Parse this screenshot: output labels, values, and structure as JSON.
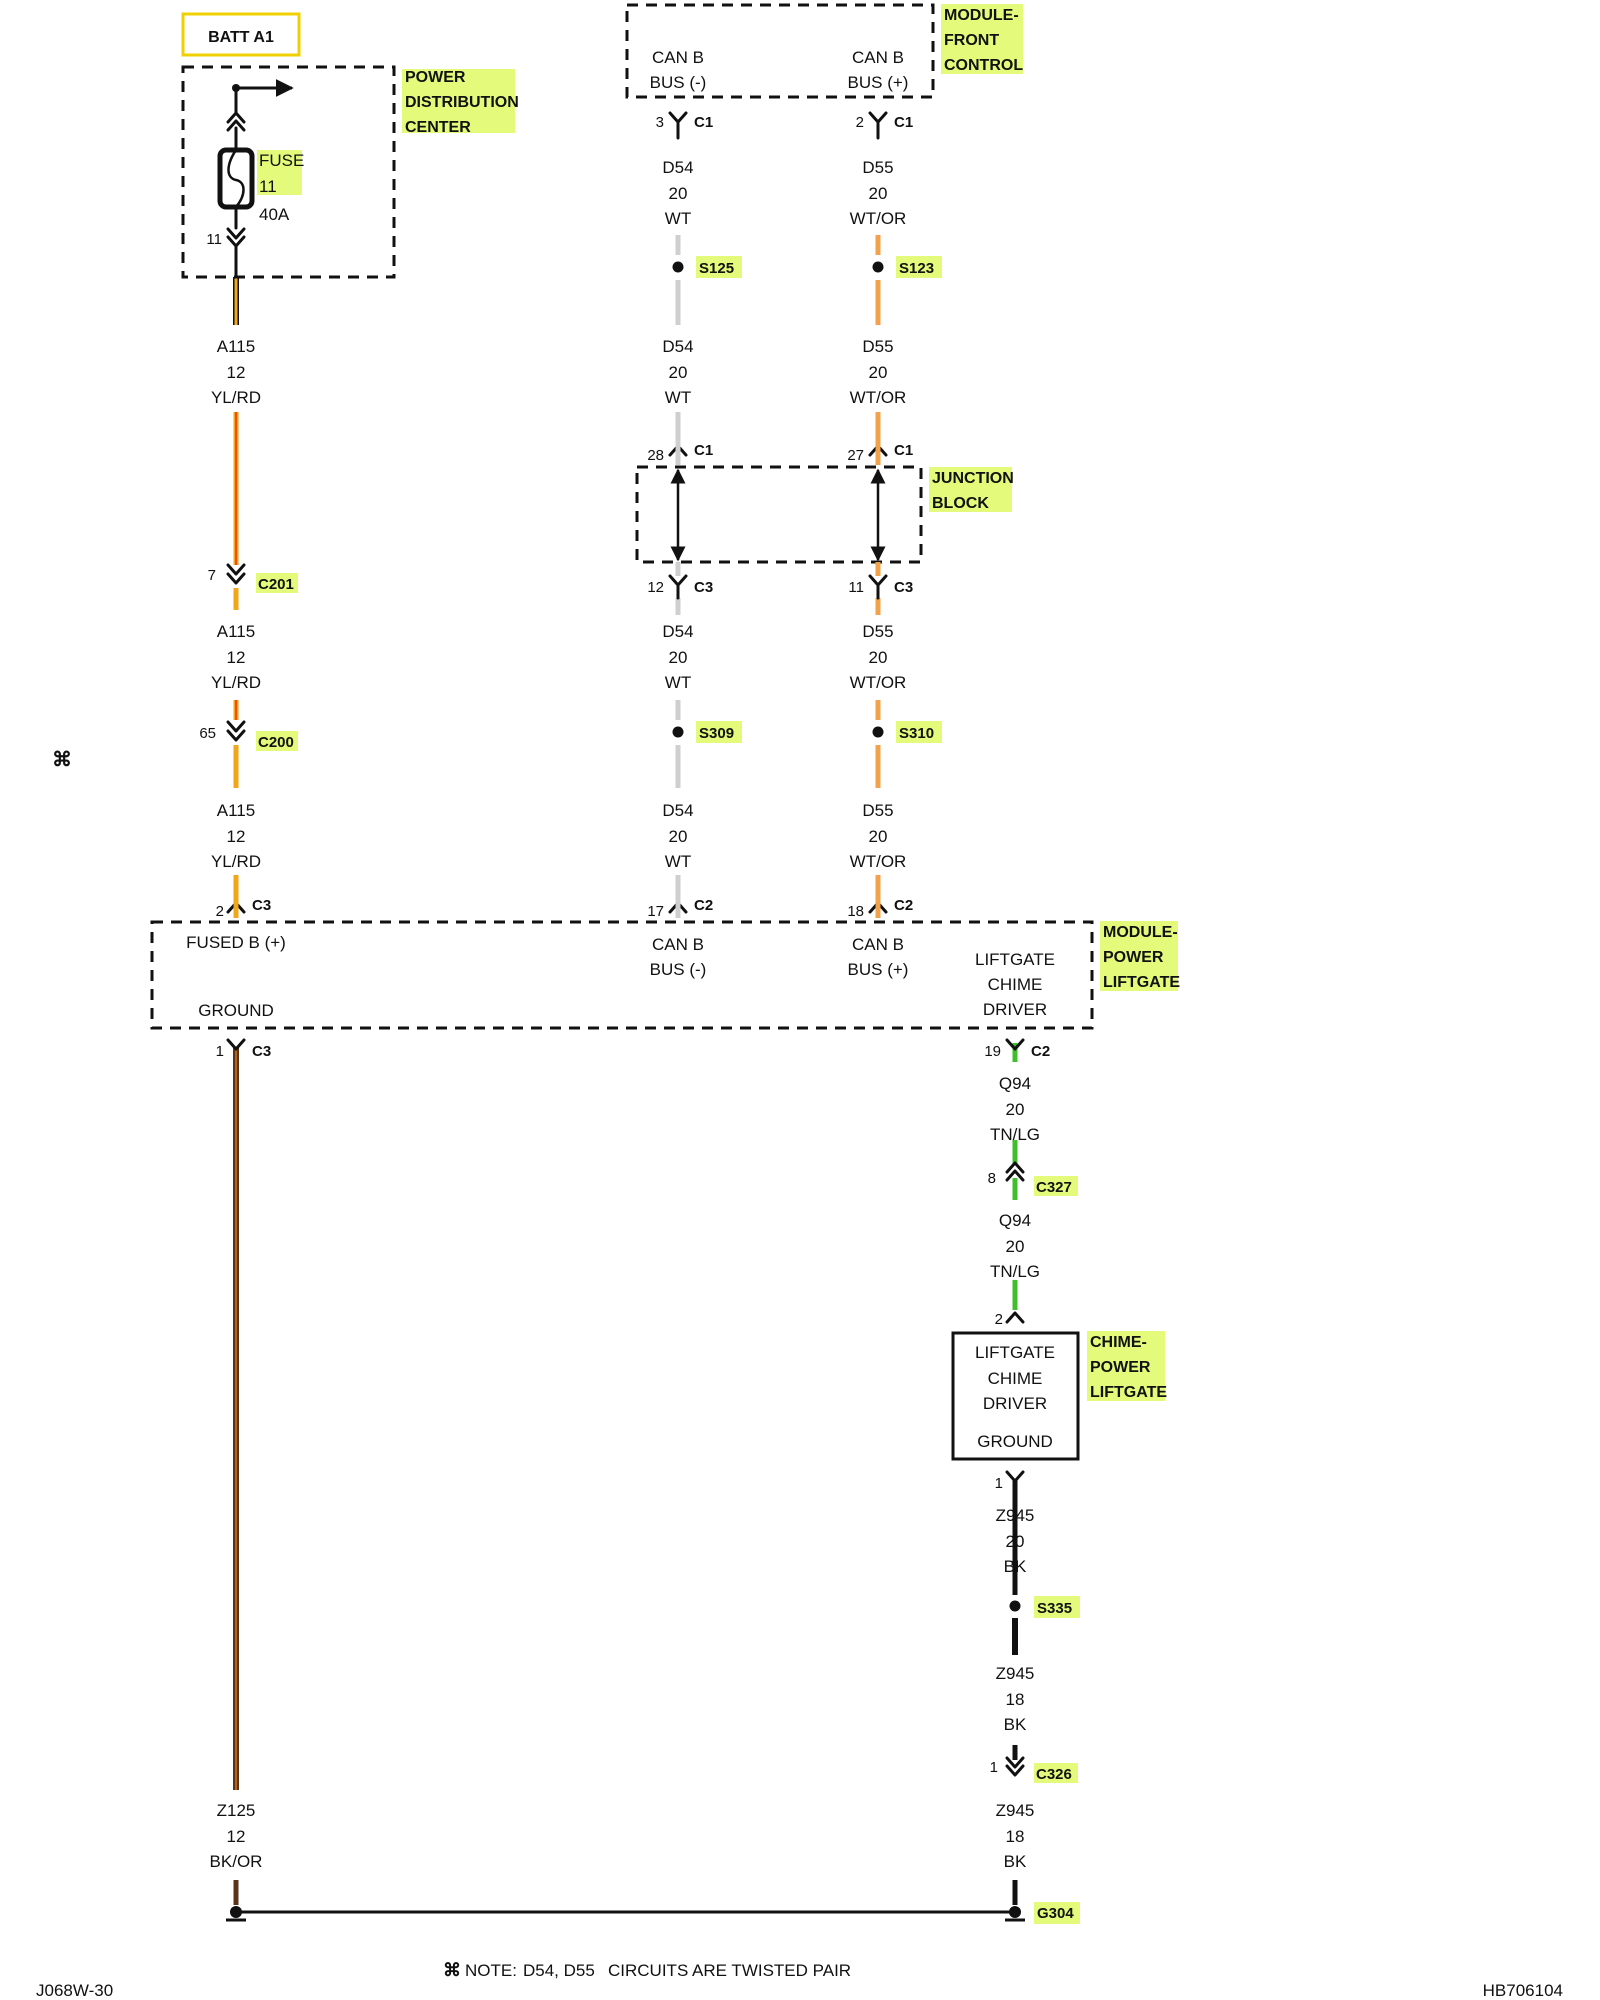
{
  "colors": {
    "highlight": "#e4fa7a",
    "yl_rd": "#f2a61a",
    "wt": "#cfcfcf",
    "wt_or": "#f2a24a",
    "bk_or": "#5a3418",
    "tn_lg": "#3fbf2a",
    "bk": "#111111",
    "batt_border": "#f0d000"
  },
  "batt": "BATT A1",
  "components": {
    "pdc": [
      "POWER",
      "DISTRIBUTION",
      "CENTER"
    ],
    "fcm": [
      "MODULE-",
      "FRONT",
      "CONTROL"
    ],
    "jb": [
      "JUNCTION",
      "BLOCK"
    ],
    "plm": [
      "MODULE-",
      "POWER",
      "LIFTGATE"
    ],
    "chime": [
      "CHIME-",
      "POWER",
      "LIFTGATE"
    ]
  },
  "fuse": {
    "name": [
      "FUSE",
      "11"
    ],
    "rating": "40A",
    "pin": "11"
  },
  "fcm_pins": {
    "can_minus": [
      "CAN B",
      "BUS (-)"
    ],
    "can_plus": [
      "CAN B",
      "BUS (+)"
    ]
  },
  "plm_pins": {
    "fused_b": "FUSED B (+)",
    "ground": "GROUND",
    "can_minus": [
      "CAN B",
      "BUS (-)"
    ],
    "can_plus": [
      "CAN B",
      "BUS (+)"
    ],
    "chime_driver": [
      "LIFTGATE",
      "CHIME",
      "DRIVER"
    ]
  },
  "chime_pins": {
    "driver": [
      "LIFTGATE",
      "CHIME",
      "DRIVER"
    ],
    "ground": "GROUND"
  },
  "connectors": {
    "fcm_c1_3": {
      "num": "3",
      "name": "C1"
    },
    "fcm_c1_2": {
      "num": "2",
      "name": "C1"
    },
    "jb_c1_28": {
      "num": "28",
      "name": "C1"
    },
    "jb_c1_27": {
      "num": "27",
      "name": "C1"
    },
    "jb_c3_12": {
      "num": "12",
      "name": "C3"
    },
    "jb_c3_11": {
      "num": "11",
      "name": "C3"
    },
    "c201": {
      "num": "7",
      "name": "C201"
    },
    "c200": {
      "num": "65",
      "name": "C200"
    },
    "plm_c3_2": {
      "num": "2",
      "name": "C3"
    },
    "plm_c2_17": {
      "num": "17",
      "name": "C2"
    },
    "plm_c2_18": {
      "num": "18",
      "name": "C2"
    },
    "plm_c3_1": {
      "num": "1",
      "name": "C3"
    },
    "plm_c2_19": {
      "num": "19",
      "name": "C2"
    },
    "c327": {
      "num": "8",
      "name": "C327"
    },
    "chime_2": {
      "num": "2"
    },
    "chime_1": {
      "num": "1"
    },
    "c326": {
      "num": "1",
      "name": "C326"
    }
  },
  "splices": {
    "s125": "S125",
    "s123": "S123",
    "s309": "S309",
    "s310": "S310",
    "s335": "S335"
  },
  "ground_point": "G304",
  "wires": {
    "d54_a": [
      "D54",
      "20",
      "WT"
    ],
    "d55_a": [
      "D55",
      "20",
      "WT/OR"
    ],
    "d54_b": [
      "D54",
      "20",
      "WT"
    ],
    "d55_b": [
      "D55",
      "20",
      "WT/OR"
    ],
    "a115_a": [
      "A115",
      "12",
      "YL/RD"
    ],
    "d54_c": [
      "D54",
      "20",
      "WT"
    ],
    "d55_c": [
      "D55",
      "20",
      "WT/OR"
    ],
    "a115_b": [
      "A115",
      "12",
      "YL/RD"
    ],
    "d54_d": [
      "D54",
      "20",
      "WT"
    ],
    "d55_d": [
      "D55",
      "20",
      "WT/OR"
    ],
    "a115_c": [
      "A115",
      "12",
      "YL/RD"
    ],
    "q94_a": [
      "Q94",
      "20",
      "TN/LG"
    ],
    "q94_b": [
      "Q94",
      "20",
      "TN/LG"
    ],
    "z945_a": [
      "Z945",
      "20",
      "BK"
    ],
    "z945_b": [
      "Z945",
      "18",
      "BK"
    ],
    "z125": [
      "Z125",
      "12",
      "BK/OR"
    ],
    "z945_c": [
      "Z945",
      "18",
      "BK"
    ]
  },
  "note": {
    "label": "NOTE:",
    "circuits": "D54, D55",
    "text": "CIRCUITS ARE TWISTED PAIR"
  },
  "footer": {
    "left": "J068W-30",
    "right": "HB706104"
  }
}
